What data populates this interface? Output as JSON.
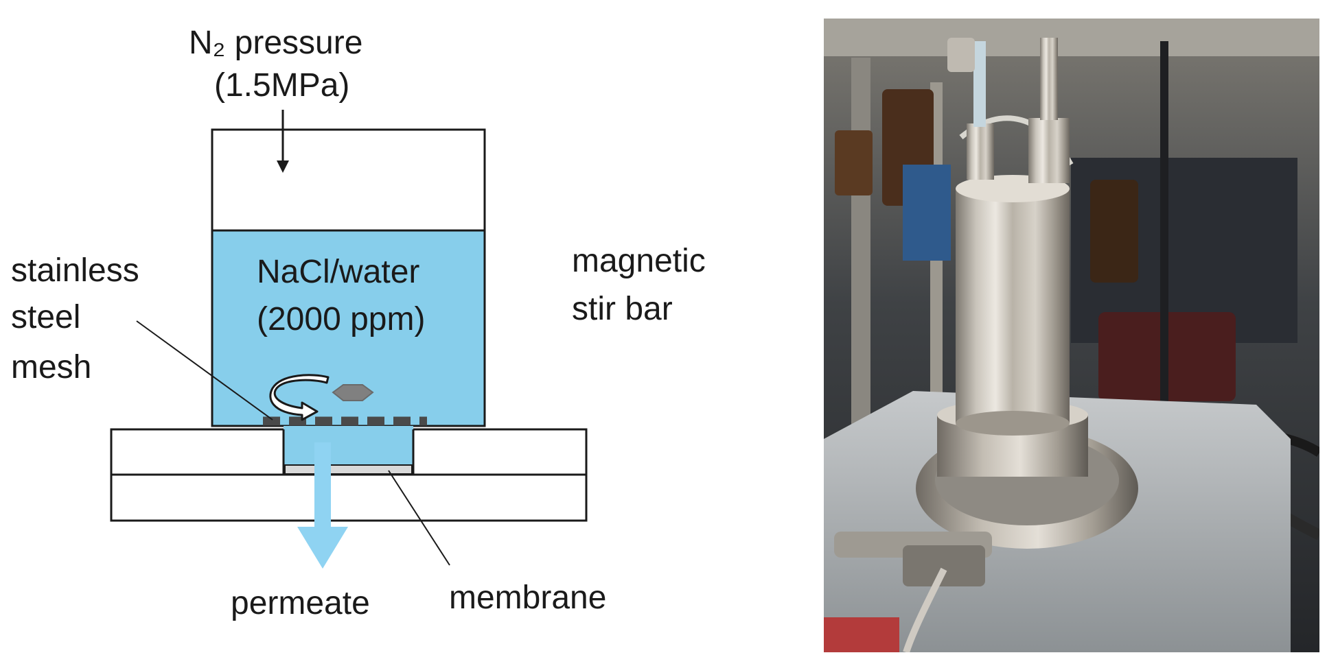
{
  "diagram": {
    "labels": {
      "pressure_line1": "N₂ pressure",
      "pressure_line2": "(1.5MPa)",
      "solution_line1": "NaCl/water",
      "solution_line2": "(2000 ppm)",
      "mesh_line1": "stainless",
      "mesh_line2": "steel",
      "mesh_line3": "mesh",
      "stir_line1": "magnetic",
      "stir_line2": "stir bar",
      "permeate": "permeate",
      "membrane": "membrane"
    },
    "colors": {
      "water": "#87ceeb",
      "stroke": "#1a1a1a",
      "permeate_arrow": "#8fd3f2",
      "stir_bar": "#808080",
      "mesh": "#4a4a4a",
      "membrane": "#d9d9d9"
    }
  },
  "photo": {
    "icon": "stainless-steel-filtration-cell-photo",
    "colors": {
      "background": "#3a3d40",
      "steel": "#b8b3aa",
      "plate": "#9ea3a6"
    }
  }
}
